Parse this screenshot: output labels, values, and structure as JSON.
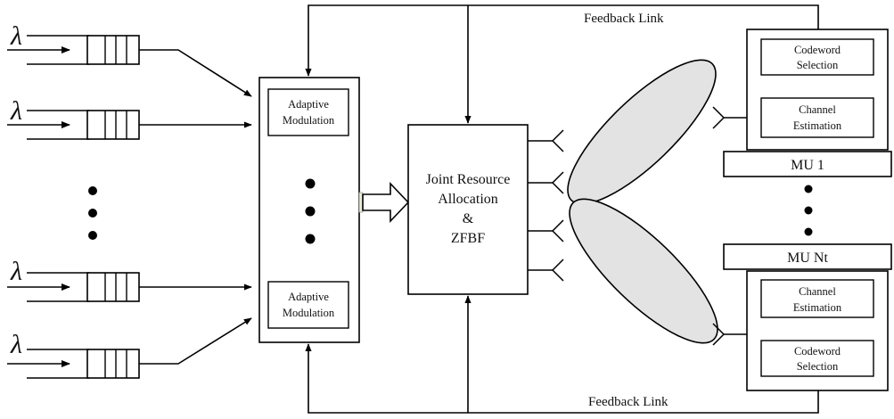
{
  "feedback_top": "Feedback Link",
  "feedback_bottom": "Feedback Link",
  "queue_symbol": "λ",
  "adaptive_modulation_top": [
    "Adaptive",
    "Modulation"
  ],
  "adaptive_modulation_bottom": [
    "Adaptive",
    "Modulation"
  ],
  "joint_block": [
    "Joint Resource",
    "Allocation",
    "&",
    "ZFBF"
  ],
  "mu1": {
    "label": "MU 1",
    "box_a": [
      "Codeword",
      "Selection"
    ],
    "box_b": [
      "Channel",
      "Estimation"
    ]
  },
  "munt": {
    "label": "MU Nt",
    "box_a": [
      "Channel",
      "Estimation"
    ],
    "box_b": [
      "Codeword",
      "Selection"
    ]
  },
  "colors": {
    "line": "#000000",
    "beam_fill": "#e3e3e3",
    "background": "#ffffff"
  }
}
